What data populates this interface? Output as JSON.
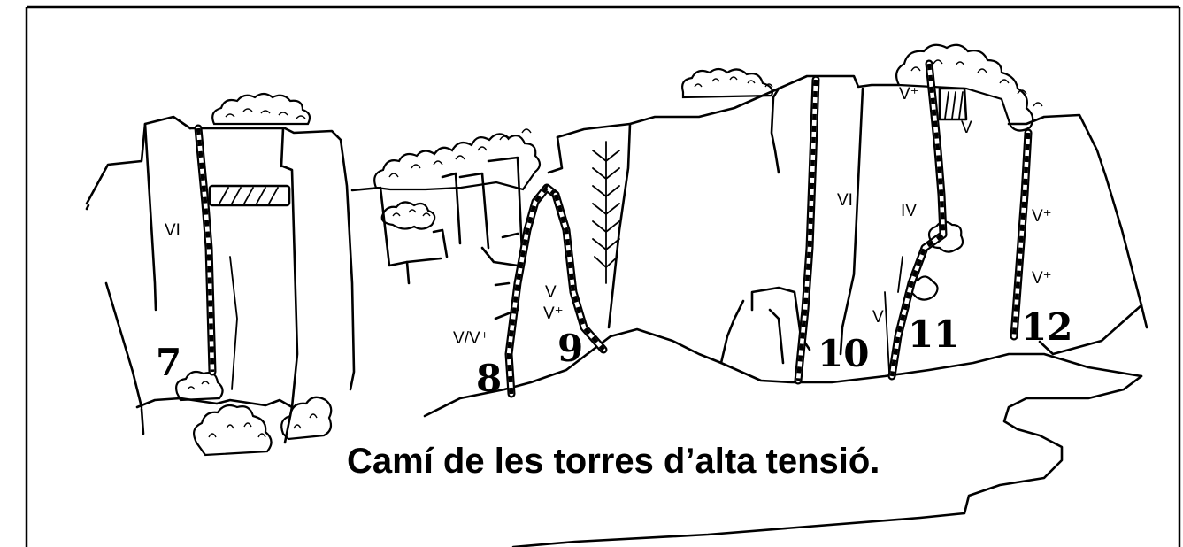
{
  "title": "Camí de les torres d’alta tensió.",
  "routes": [
    {
      "number": "7",
      "grades": [
        "VI⁻"
      ]
    },
    {
      "number": "8",
      "grades": [
        "V/V⁺"
      ]
    },
    {
      "number": "9",
      "grades": [
        "V",
        "V⁺"
      ]
    },
    {
      "number": "10",
      "grades": [
        "VI"
      ]
    },
    {
      "number": "11",
      "grades": [
        "V⁺",
        "V",
        "IV",
        "V"
      ]
    },
    {
      "number": "12",
      "grades": [
        "V⁺",
        "V⁺"
      ]
    }
  ]
}
